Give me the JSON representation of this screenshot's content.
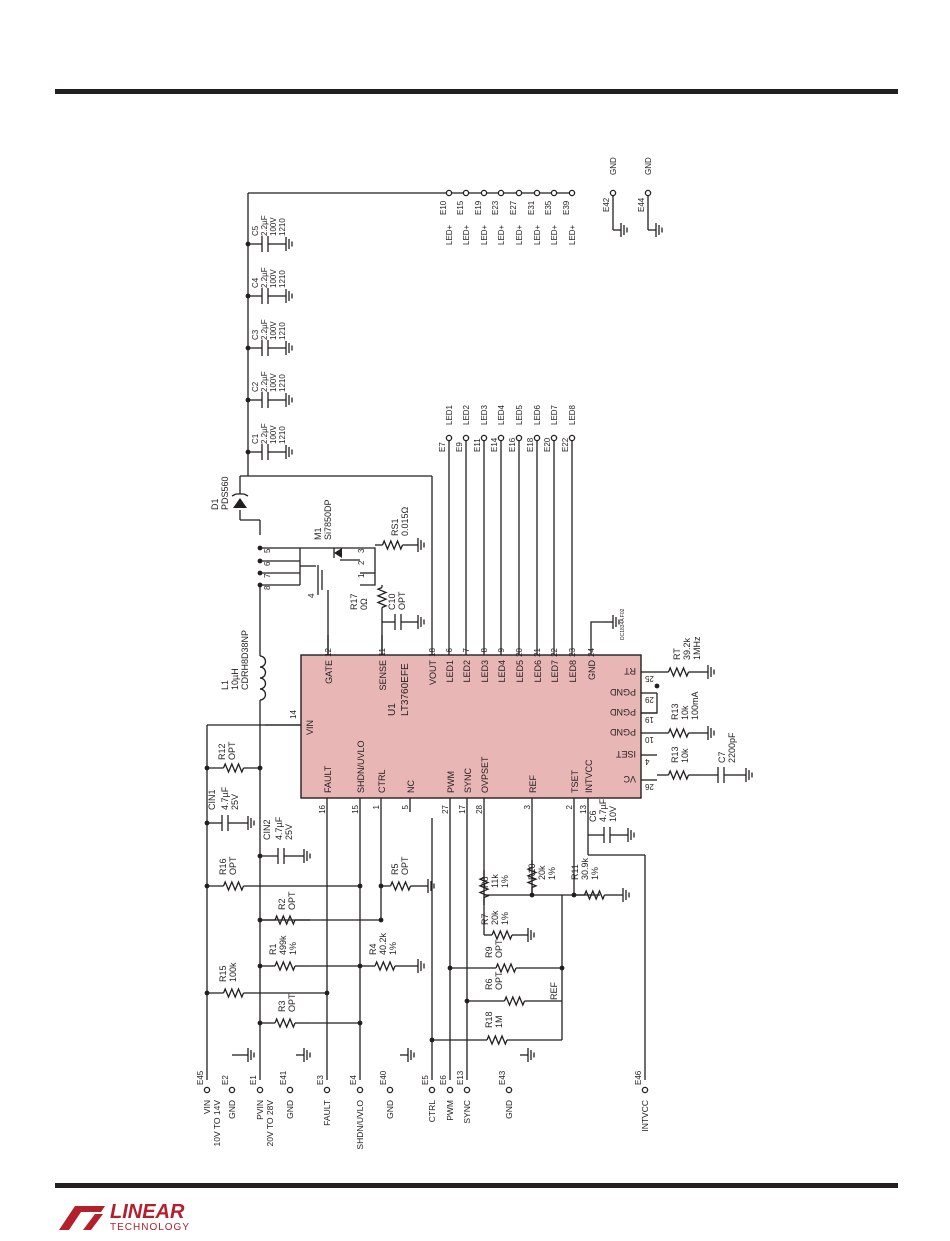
{
  "brand": {
    "name": "LINEAR",
    "sub": "TECHNOLOGY",
    "color": "#b2202b"
  },
  "doc_id": "DC1834A F02",
  "ic": {
    "ref": "U1",
    "part": "LT3760EFE",
    "fill": "#e7b6b5"
  },
  "ic_pins_top": [
    {
      "num": "12",
      "label": "GATE"
    },
    {
      "num": "11",
      "label": "SENSE"
    },
    {
      "num": "18",
      "label": "VOUT"
    },
    {
      "num": "6",
      "label": "LED1"
    },
    {
      "num": "7",
      "label": "LED2"
    },
    {
      "num": "8",
      "label": "LED3"
    },
    {
      "num": "9",
      "label": "LED4"
    },
    {
      "num": "20",
      "label": "LED5"
    },
    {
      "num": "21",
      "label": "LED6"
    },
    {
      "num": "22",
      "label": "LED7"
    },
    {
      "num": "23",
      "label": "LED8"
    },
    {
      "num": "24",
      "label": "GND"
    }
  ],
  "ic_pins_bottom": [
    {
      "num": "16",
      "label": "FAULT"
    },
    {
      "num": "15",
      "label": "SHDN/UVLO"
    },
    {
      "num": "1",
      "label": "CTRL"
    },
    {
      "num": "5",
      "label": "NC"
    },
    {
      "num": "27",
      "label": "PWM"
    },
    {
      "num": "17",
      "label": "SYNC"
    },
    {
      "num": "28",
      "label": "OVPSET"
    },
    {
      "num": "3",
      "label": "REF"
    },
    {
      "num": "2",
      "label": "TSET"
    },
    {
      "num": "13",
      "label": "INTVCC"
    }
  ],
  "ic_pins_right": [
    {
      "num": "25",
      "label": "RT"
    },
    {
      "num": "29",
      "label": "PGND"
    },
    {
      "num": "19",
      "label": "PGND"
    },
    {
      "num": "10",
      "label": "PGND"
    },
    {
      "num": "4",
      "label": "ISET"
    },
    {
      "num": "26",
      "label": "VC"
    }
  ],
  "ic_pin_left": {
    "num": "14",
    "label": "VIN"
  },
  "inputs": [
    {
      "e": "E45",
      "label": "VIN",
      "sub": "10V TO 14V"
    },
    {
      "e": "E2",
      "label": "GND",
      "sub": ""
    },
    {
      "e": "E1",
      "label": "PVIN",
      "sub": "20V TO 28V"
    },
    {
      "e": "E41",
      "label": "GND",
      "sub": ""
    },
    {
      "e": "E3",
      "label": "FAULT",
      "sub": ""
    },
    {
      "e": "E4",
      "label": "SHDN/UVLO",
      "sub": ""
    },
    {
      "e": "E40",
      "label": "GND",
      "sub": ""
    },
    {
      "e": "E5",
      "label": "CTRL",
      "sub": ""
    },
    {
      "e": "E6",
      "label": "PWM",
      "sub": ""
    },
    {
      "e": "E13",
      "label": "SYNC",
      "sub": ""
    },
    {
      "e": "E43",
      "label": "GND",
      "sub": ""
    },
    {
      "e": "E46",
      "label": "INTVCC",
      "sub": ""
    }
  ],
  "led_plus": [
    "E10",
    "E15",
    "E19",
    "E23",
    "E27",
    "E31",
    "E35",
    "E39"
  ],
  "led_plus_label": "LED+",
  "led_outputs": [
    {
      "e": "E7",
      "label": "LED1"
    },
    {
      "e": "E9",
      "label": "LED2"
    },
    {
      "e": "E11",
      "label": "LED3"
    },
    {
      "e": "E14",
      "label": "LED4"
    },
    {
      "e": "E16",
      "label": "LED5"
    },
    {
      "e": "E18",
      "label": "LED6"
    },
    {
      "e": "E20",
      "label": "LED7"
    },
    {
      "e": "E22",
      "label": "LED8"
    }
  ],
  "gnd_terms": [
    {
      "e": "E42",
      "label": "GND"
    },
    {
      "e": "E44",
      "label": "GND"
    }
  ],
  "output_caps": [
    {
      "ref": "C1",
      "v1": "2.2µF",
      "v2": "100V",
      "v3": "1210"
    },
    {
      "ref": "C2",
      "v1": "2.2µF",
      "v2": "100V",
      "v3": "1210"
    },
    {
      "ref": "C3",
      "v1": "2.2µF",
      "v2": "100V",
      "v3": "1210"
    },
    {
      "ref": "C4",
      "v1": "2.2µF",
      "v2": "100V",
      "v3": "1210"
    },
    {
      "ref": "C5",
      "v1": "2.2µF",
      "v2": "100V",
      "v3": "1210"
    }
  ],
  "parts": {
    "d1": {
      "ref": "D1",
      "value": "PDS560"
    },
    "m1": {
      "ref": "M1",
      "value": "Si7850DP"
    },
    "rs1": {
      "ref": "RS1",
      "value": "0.015Ω"
    },
    "r17": {
      "ref": "R17",
      "value": "0Ω"
    },
    "c10": {
      "ref": "C10",
      "value": "OPT"
    },
    "l1": {
      "ref": "L1",
      "v1": "10µH",
      "v2": "CDRH8D38NP"
    },
    "r12": {
      "ref": "R12",
      "value": "OPT"
    },
    "cin1": {
      "ref": "CIN1",
      "v1": "4.7µF",
      "v2": "25V"
    },
    "cin2": {
      "ref": "CIN2",
      "v1": "4.7µF",
      "v2": "25V"
    },
    "r16": {
      "ref": "R16",
      "value": "OPT"
    },
    "r5": {
      "ref": "R5",
      "value": "OPT"
    },
    "r2": {
      "ref": "R2",
      "value": "OPT"
    },
    "r1": {
      "ref": "R1",
      "v1": "499k",
      "v2": "1%"
    },
    "r4": {
      "ref": "R4",
      "v1": "40.2k",
      "v2": "1%"
    },
    "r15": {
      "ref": "R15",
      "value": "100k"
    },
    "r3": {
      "ref": "R3",
      "value": "OPT"
    },
    "r8": {
      "ref": "R8",
      "v1": "11k",
      "v2": "1%"
    },
    "r7": {
      "ref": "R7",
      "v1": "20k",
      "v2": "1%"
    },
    "r10": {
      "ref": "R10",
      "v1": "20k",
      "v2": "1%"
    },
    "r11": {
      "ref": "R11",
      "v1": "30.9k",
      "v2": "1%"
    },
    "r9": {
      "ref": "R9",
      "value": "OPT"
    },
    "r6": {
      "ref": "R6",
      "value": "OPT"
    },
    "r18": {
      "ref": "R18",
      "value": "1M"
    },
    "ref_net": {
      "label": "REF"
    },
    "c6": {
      "ref": "C6",
      "v1": "4.7µF",
      "v2": "10V"
    },
    "rt": {
      "ref": "RT",
      "v1": "39.2k",
      "v2": "1MHz"
    },
    "r13a": {
      "ref": "R13",
      "v1": "10k",
      "v2": "100mA"
    },
    "r13b": {
      "ref": "R13",
      "value": "10k"
    },
    "c7": {
      "ref": "C7",
      "value": "2200pF"
    }
  }
}
